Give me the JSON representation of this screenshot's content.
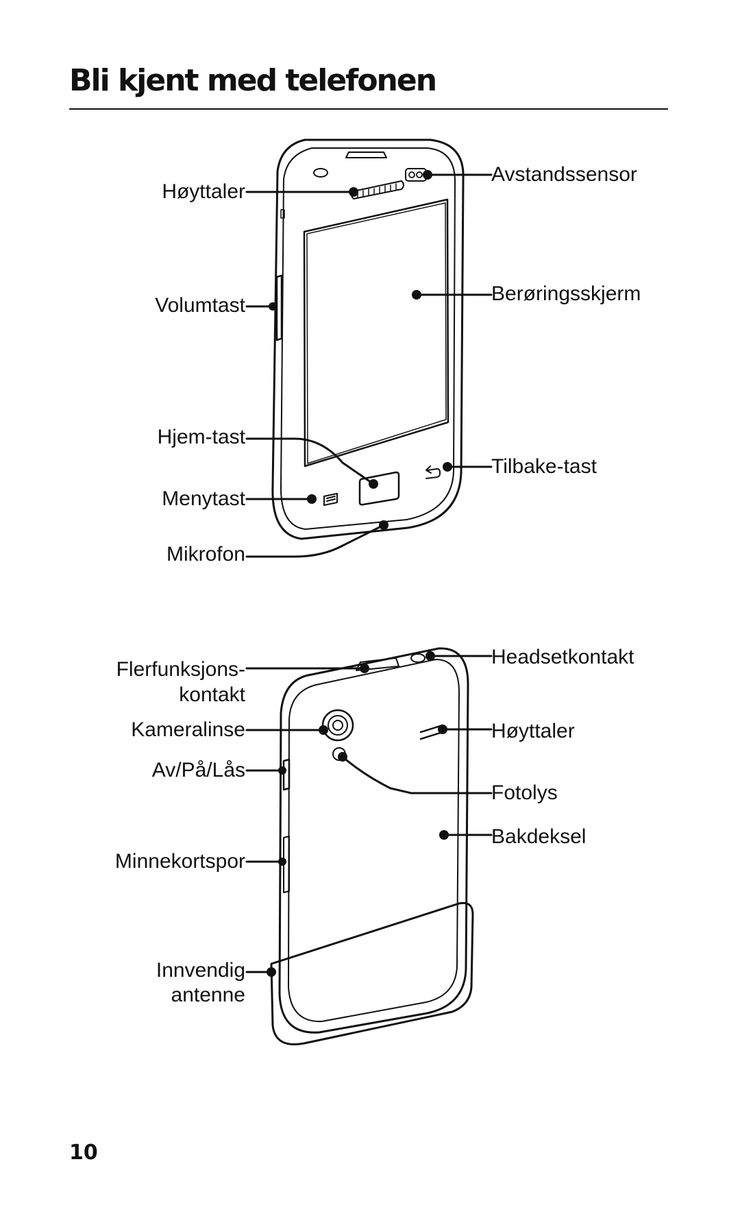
{
  "title": "Bli kjent med telefonen",
  "page_number": "10",
  "front": {
    "labels": {
      "speaker": "Høyttaler",
      "proximity_sensor": "Avstandssensor",
      "volume_key": "Volumtast",
      "touch_screen": "Berøringsskjerm",
      "home_key": "Hjem-tast",
      "back_key": "Tilbake-tast",
      "menu_key": "Menytast",
      "microphone": "Mikrofon"
    }
  },
  "back": {
    "labels": {
      "multifunction_line1": "Flerfunksjons-",
      "multifunction_line2": "kontakt",
      "headset_jack": "Headsetkontakt",
      "camera_lens": "Kameralinse",
      "speaker": "Høyttaler",
      "power_lock": "Av/På/Lås",
      "flash": "Fotolys",
      "back_cover": "Bakdeksel",
      "memory_slot": "Minnekortspor",
      "antenna_line1": "Innvendig",
      "antenna_line2": "antenne"
    }
  },
  "icons": {
    "menu_key": "menu-icon",
    "back_key": "back-arrow-icon"
  }
}
